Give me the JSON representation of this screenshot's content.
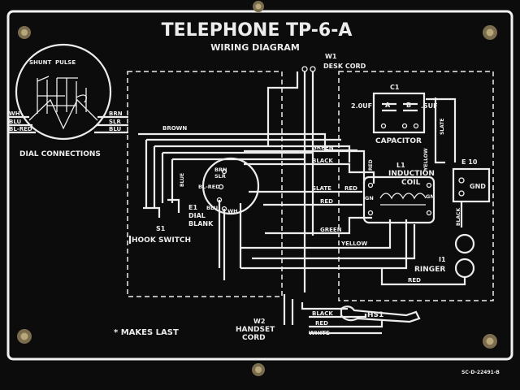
{
  "title": "TELEPHONE TP-6-A",
  "subtitle": "WIRING DIAGRAM",
  "dial": {
    "shunt_label": "SHUNT",
    "pulse_label": "PULSE",
    "left_labels": [
      "WH",
      "BLU",
      "BL-RED"
    ],
    "right_labels": [
      "BRN",
      "SLR",
      "BLU"
    ],
    "caption": "DIAL CONNECTIONS"
  },
  "desk_cord": {
    "ref": "W1",
    "label": "DESK CORD"
  },
  "capacitor": {
    "ref": "C1",
    "left_value": "2.0UF",
    "right_value": ".5UF",
    "left_terminal": "A",
    "right_terminal": "B",
    "label": "CAPACITOR"
  },
  "coil": {
    "ref": "L1",
    "line1": "INDUCTION",
    "line2": "COIL",
    "terminal_left": "GN",
    "terminal_right": "GN"
  },
  "terminal_block": {
    "ref": "E 10",
    "label": "GND"
  },
  "ringer": {
    "ref": "I1",
    "label": "RINGER"
  },
  "dial_blank": {
    "ref": "E1",
    "line1": "DIAL",
    "line2": "BLANK",
    "terminals": [
      "BRN",
      "SLR",
      "BL-RED",
      "BLU",
      "WH"
    ]
  },
  "hook_switch": {
    "ref": "S1",
    "label": "HOOK SWITCH"
  },
  "handset_cord": {
    "ref": "W2",
    "line1": "HANDSET",
    "line2": "CORD"
  },
  "handset": {
    "ref": "HS1"
  },
  "wire_labels": {
    "brown": "BROWN",
    "green_top": "GREEN",
    "black_top": "BLACK",
    "slate_mid": "SLATE",
    "red_mid": "RED",
    "red_coil": "RED",
    "green_low": "GREEN",
    "yellow_low": "YELLOW",
    "yellow_cap": "YELLOW",
    "slate_cap": "SLATE",
    "red_cap": "RED",
    "black_ringer": "BLACK",
    "red_ringer": "RED",
    "black_hs": "BLACK",
    "red_hs": "RED",
    "white_hs": "WHITE",
    "blue_sw": "BLUE"
  },
  "footnote": "* MAKES LAST",
  "drawing_number": "SC-D-22491-B",
  "colors": {
    "plate": "#0c0c0c",
    "ink": "#ececec",
    "frame": "#f2f2f2",
    "screw": "#8a7a55"
  }
}
